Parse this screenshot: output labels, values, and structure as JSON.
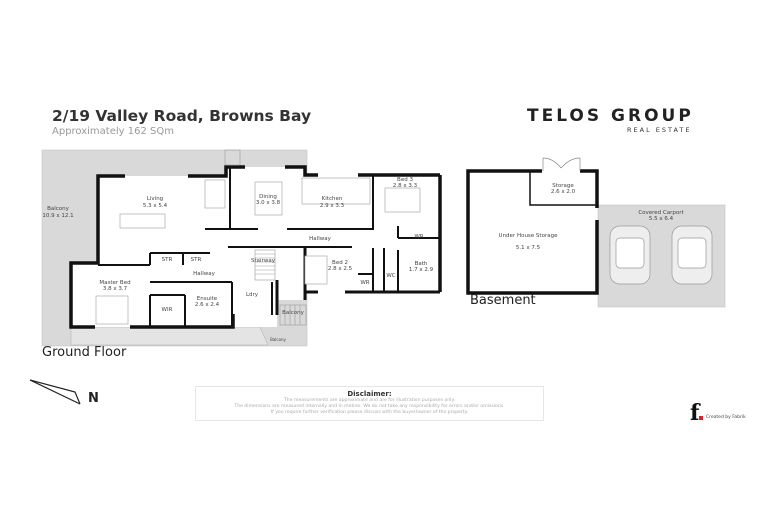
{
  "header": {
    "address": "2/19 Valley Road, Browns Bay",
    "area": "Approximately 162 SQm"
  },
  "brand": {
    "name": "TELOS GROUP",
    "tagline": "REAL ESTATE"
  },
  "ground_floor": {
    "label": "Ground Floor",
    "rooms": [
      {
        "name": "Balcony",
        "size": "10.9 x 12.1"
      },
      {
        "name": "Living",
        "size": "5.3 x 5.4"
      },
      {
        "name": "Dining",
        "size": "3.0 x 3.8"
      },
      {
        "name": "Kitchen",
        "size": "2.9 x 3.3"
      },
      {
        "name": "Bed 3",
        "size": "2.8 x 3.3"
      },
      {
        "name": "Hallway",
        "size": ""
      },
      {
        "name": "WR",
        "size": ""
      },
      {
        "name": "STR",
        "size": ""
      },
      {
        "name": "STR",
        "size": ""
      },
      {
        "name": "Stairway",
        "size": ""
      },
      {
        "name": "Hallway",
        "size": ""
      },
      {
        "name": "Bed 2",
        "size": "2.8 x 2.5"
      },
      {
        "name": "WC",
        "size": ""
      },
      {
        "name": "Bath",
        "size": "1.7 x 2.9"
      },
      {
        "name": "WR",
        "size": ""
      },
      {
        "name": "Master Bed",
        "size": "3.8 x 3.7"
      },
      {
        "name": "Ensuite",
        "size": "2.6 x 2.4"
      },
      {
        "name": "Ldry",
        "size": ""
      },
      {
        "name": "WIR",
        "size": ""
      },
      {
        "name": "Balcony",
        "size": ""
      },
      {
        "name": "Balcony",
        "size": ""
      }
    ]
  },
  "basement": {
    "label": "Basement",
    "rooms": [
      {
        "name": "Storage",
        "size": "2.6 x 2.0"
      },
      {
        "name": "Under House Storage",
        "size": "5.1 x 7.5"
      },
      {
        "name": "Covered Carport",
        "size": "5.5 x 6.4"
      }
    ]
  },
  "compass": {
    "label": "N"
  },
  "disclaimer": {
    "title": "Disclaimer:",
    "lines": [
      "The measurements are approximate and are for illustration purposes only.",
      "The dimensions are measured internally and in metres. We do not take any responsibility for errors and/or omissions.",
      "If you require further verification please discuss with the buyer/owner of the property."
    ]
  },
  "credit": {
    "logo": "f.",
    "text": "Created by Fabrik"
  },
  "colors": {
    "wall": "#111111",
    "outdoor": "#d9d9d9",
    "text": "#444444"
  }
}
